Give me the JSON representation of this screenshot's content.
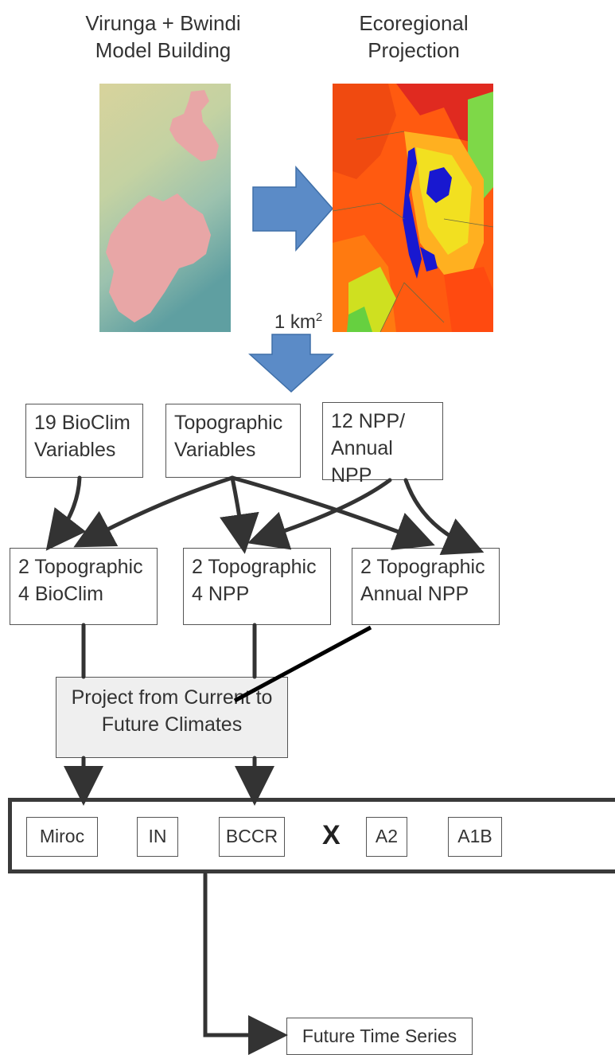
{
  "panels": {
    "left_title": [
      "Virunga + Bwindi",
      "Model Building"
    ],
    "right_title": [
      "Ecoregional",
      "Projection"
    ]
  },
  "resolution": {
    "value": "1 km",
    "sup": "2"
  },
  "inputs": [
    {
      "text": "19 BioClim\nVariables"
    },
    {
      "text": "Topographic\nVariables"
    },
    {
      "text": "12 NPP/\nAnnual NPP"
    }
  ],
  "models": [
    {
      "text": "2 Topographic\n4 BioClim"
    },
    {
      "text": "2 Topographic\n4 NPP"
    },
    {
      "text": "2 Topographic\nAnnual NPP"
    }
  ],
  "project_box": "Project from Current to\nFuture Climates",
  "gcms": [
    "Miroc",
    "IN",
    "BCCR"
  ],
  "cross": "X",
  "scenarios": [
    "A2",
    "A1B"
  ],
  "output": "Future Time Series",
  "colors": {
    "arrow_blue": "#5b8bc7",
    "park_pink": "#e8a6a6",
    "suitability_high": "#2020e0",
    "suitability_low": "#ff4000"
  }
}
